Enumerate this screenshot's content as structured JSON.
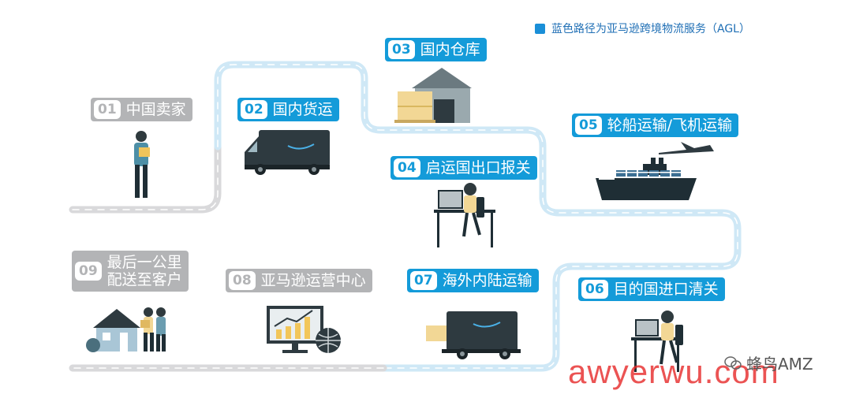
{
  "legend": {
    "text": "蓝色路径为亚马逊跨境物流服务（AGL）",
    "color": "#1a8fd8"
  },
  "steps": [
    {
      "num": "01",
      "text": "中国卖家",
      "style": "gray"
    },
    {
      "num": "02",
      "text": "国内货运",
      "style": "blue"
    },
    {
      "num": "03",
      "text": "国内仓库",
      "style": "blue"
    },
    {
      "num": "04",
      "text": "启运国出口报关",
      "style": "blue"
    },
    {
      "num": "05",
      "text": "轮船运输/飞机运输",
      "style": "blue"
    },
    {
      "num": "06",
      "text": "目的国进口清关",
      "style": "blue"
    },
    {
      "num": "07",
      "text": "海外内陆运输",
      "style": "blue"
    },
    {
      "num": "08",
      "text": "亚马逊运营中心",
      "style": "gray"
    },
    {
      "num": "09",
      "text": "最后一公里",
      "text2": "配送至客户",
      "style": "gray"
    }
  ],
  "icons": [
    "seller-icon",
    "delivery-van-icon",
    "warehouse-icon",
    "customs-desk-icon",
    "ship-and-plane-icon",
    "import-desk-icon",
    "overseas-truck-icon",
    "operations-chart-icon",
    "home-delivery-icon"
  ],
  "watermark": {
    "brand": "蜂鸟AMZ",
    "site": "awyerwu.com"
  },
  "colors": {
    "blue": "#149bd9",
    "path_blue": "#cfe8f6",
    "path_gray": "#d9d9db",
    "gray_label": "#b3b4b6"
  }
}
